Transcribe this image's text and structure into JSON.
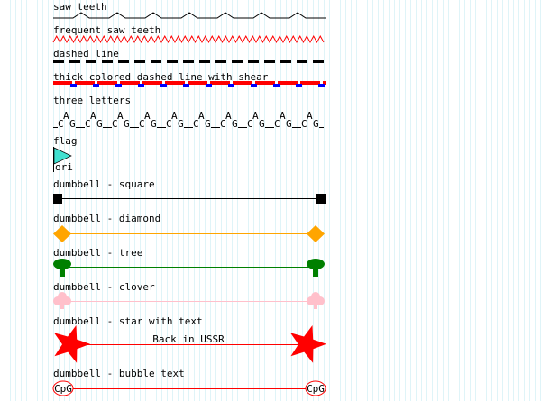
{
  "labels": {
    "saw": "saw teeth",
    "freq": "frequent saw teeth",
    "dashed": "dashed line",
    "thick": "thick colored dashed line with shear",
    "letters": "three letters",
    "flag": "flag",
    "square": "dumbbell - square",
    "diamond": "dumbbell - diamond",
    "tree": "dumbbell - tree",
    "clover": "dumbbell - clover",
    "star": "dumbbell - star with text",
    "bubble": "dumbbell - bubble text"
  },
  "flag_text": "ori",
  "letters": {
    "low1": "C",
    "high": "A",
    "low2": "G"
  },
  "star_text": "Back in USSR",
  "bubble_text": "CpG",
  "colors": {
    "red": "#ff0000",
    "blue": "#0000ff",
    "orange": "#ffa500",
    "green": "#008000",
    "pink": "#ffc0cb",
    "turquoise": "#40e0d0",
    "black": "#000000"
  }
}
